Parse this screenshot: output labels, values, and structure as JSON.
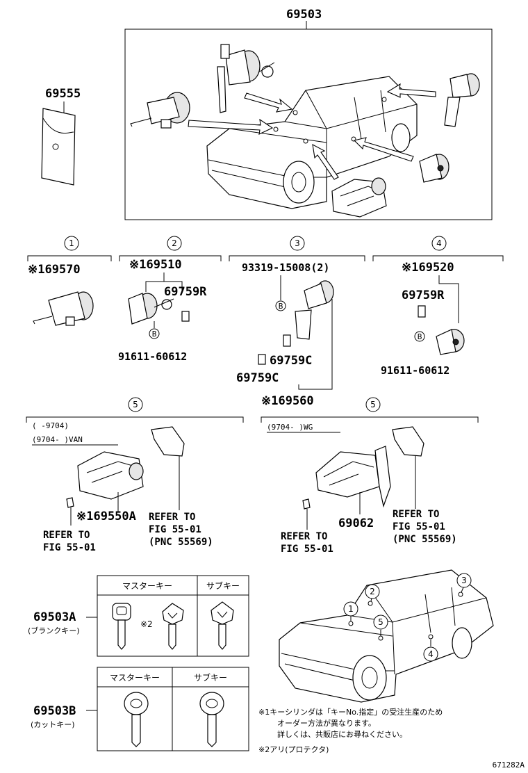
{
  "main": {
    "part_number": "69503",
    "case_number": "69555"
  },
  "groups": [
    {
      "index": "1",
      "part_number": "※169570",
      "subparts": []
    },
    {
      "index": "2",
      "part_number": "※169510",
      "subparts": [
        "69759R",
        "91611-60612"
      ]
    },
    {
      "index": "3",
      "part_number": "※169560",
      "subparts": [
        "93319-15008(2)",
        "69759C",
        "69759C"
      ]
    },
    {
      "index": "4",
      "part_number": "※169520",
      "subparts": [
        "69759R",
        "91611-60612"
      ]
    }
  ],
  "back_door_left": {
    "index": "5",
    "range_a": "(      -9704)",
    "range_b": "(9704-      )VAN",
    "part_number": "※169550A",
    "ref_screw": [
      "REFER TO",
      "FIG 55-01"
    ],
    "ref_cover": [
      "REFER TO",
      "FIG 55-01",
      "(PNC 55569)"
    ]
  },
  "back_door_right": {
    "index": "5",
    "range": "(9704-      )WG",
    "part_number": "69062",
    "ref_screw": [
      "REFER TO",
      "FIG 55-01"
    ],
    "ref_cover": [
      "REFER TO",
      "FIG 55-01",
      "(PNC 55569)"
    ]
  },
  "keys_blank": {
    "part_number": "69503A",
    "sub_label": "(ブランクキー)",
    "col_master": "マスターキー",
    "col_sub": "サブキー",
    "note_mark": "※2"
  },
  "keys_cut": {
    "part_number": "69503B",
    "sub_label": "(カットキー)",
    "col_master": "マスターキー",
    "col_sub": "サブキー"
  },
  "location_markers": [
    "1",
    "2",
    "3",
    "4",
    "5"
  ],
  "bolt_marker": "B",
  "notes": [
    "※1キーシリンダは「キーNo.指定」の受注生産のため",
    "オーダー方法が異なります。",
    "詳しくは、共販店にお尋ねください。",
    "※2アリ(プロテクタ)"
  ],
  "figure_id": "671282A"
}
